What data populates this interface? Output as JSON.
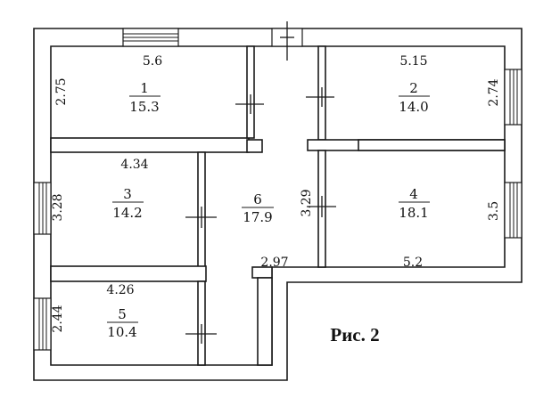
{
  "rooms": [
    {
      "number": "1",
      "area": "15.3"
    },
    {
      "number": "2",
      "area": "14.0"
    },
    {
      "number": "3",
      "area": "14.2"
    },
    {
      "number": "4",
      "area": "18.1"
    },
    {
      "number": "5",
      "area": "10.4"
    },
    {
      "number": "6",
      "area": "17.9"
    }
  ],
  "dimensions": {
    "room1_width": "5.6",
    "room1_depth": "2.75",
    "room2_width": "5.15",
    "room2_depth": "2.74",
    "room3_width": "4.34",
    "room3_depth": "3.28",
    "room4_width": "5.2",
    "room4_depth": "3.5",
    "room5_width": "4.26",
    "room5_depth": "2.44",
    "corridor_width": "2.97",
    "corridor_depth": "3.29"
  },
  "caption": "Рис. 2"
}
